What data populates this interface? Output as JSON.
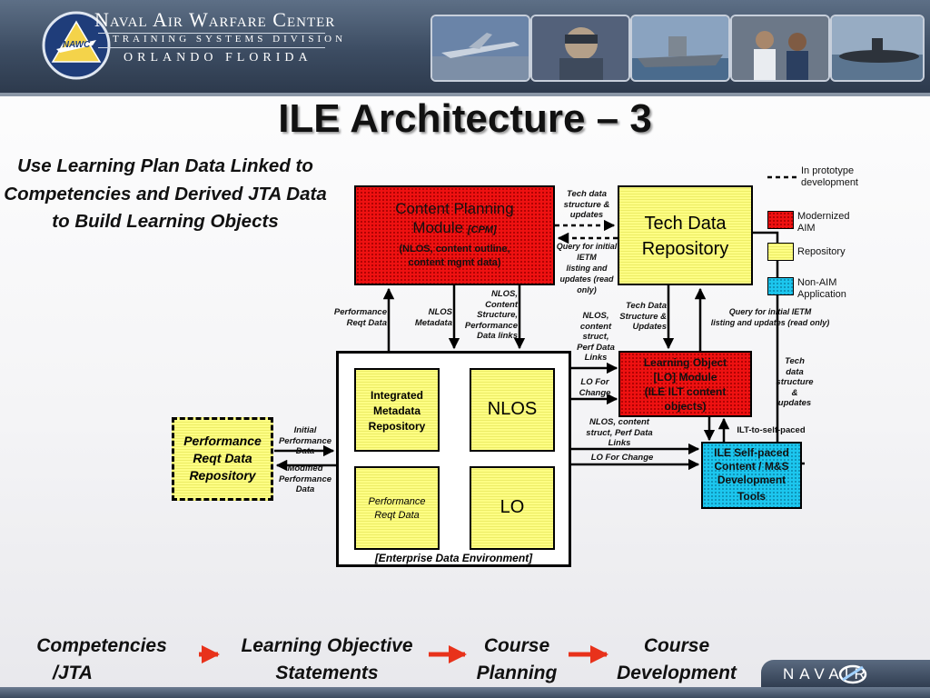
{
  "header": {
    "org_line1": "Naval Air Warfare Center",
    "org_line2": "Training Systems Division",
    "org_line3": "Orlando Florida",
    "logo_text": "NAWC"
  },
  "title": "ILE Architecture – 3",
  "subtitle": "Use Learning Plan Data Linked to Competencies and Derived JTA Data to Build Learning Objects",
  "boxes": {
    "cpm_line1": "Content Planning",
    "cpm_line2": "Module",
    "cpm_tag": "[CPM]",
    "cpm_line3": "(NLOS, content outline,",
    "cpm_line4": "content mgmt data)",
    "tdr_line1": "Tech Data",
    "tdr_line2": "Repository",
    "lo_module_line1": "Learning Object",
    "lo_module_line2": "[LO] Module",
    "lo_module_line3": "(ILE ILT content",
    "lo_module_line4": "objects)",
    "ile_line1": "ILE Self-paced",
    "ile_line2": "Content / M&S",
    "ile_line3": "Development",
    "ile_line4": "Tools",
    "prdr_line1": "Performance",
    "prdr_line2": "Reqt Data",
    "prdr_line3": "Repository",
    "imr_line1": "Integrated",
    "imr_line2": "Metadata",
    "imr_line3": "Repository",
    "nlos": "NLOS",
    "prd_line1": "Performance",
    "prd_line2": "Reqt Data",
    "lo": "LO",
    "ede": "[Enterprise Data Environment]"
  },
  "labels": {
    "tech_structure_updates": [
      "Tech data",
      "structure &",
      "updates"
    ],
    "query_ietm": [
      "Query for initial",
      "IETM",
      "listing and",
      "updates (read",
      "only)"
    ],
    "perf_reqt_data": [
      "Performance",
      "Reqt Data"
    ],
    "nlos_metadata": [
      "NLOS",
      "Metadata"
    ],
    "nlos_content_links": [
      "NLOS,",
      "Content",
      "Structure,",
      "Performance",
      "Data links"
    ],
    "nlos_struct_links": [
      "NLOS,",
      "content",
      "struct,",
      "Perf Data",
      "Links"
    ],
    "tech_data_updates": [
      "Tech Data",
      "Structure &",
      "Updates"
    ],
    "query_ietm_right": [
      "Query for initial IETM",
      "listing and updates (read only)"
    ],
    "lo_for_change": [
      "LO For",
      "Change"
    ],
    "tech_right": [
      "Tech",
      "data",
      "structure",
      "&",
      "updates"
    ],
    "ilt_self_paced": "ILT-to-self-paced",
    "nlos_content_perf": [
      "NLOS, content",
      "struct, Perf Data",
      "Links"
    ],
    "lo_for_change_2": "LO For Change",
    "initial_perf": [
      "Initial",
      "Performance",
      "Data"
    ],
    "modified_perf": [
      "Modified",
      "Performance",
      "Data"
    ]
  },
  "legend": {
    "prototype": [
      "In prototype",
      "development"
    ],
    "modernized": [
      "Modernized",
      "AIM"
    ],
    "repository": "Repository",
    "non_aim": [
      "Non-AIM",
      "Application"
    ]
  },
  "flow": [
    [
      "Competencies",
      "/JTA"
    ],
    [
      "Learning Objective",
      "Statements"
    ],
    [
      "Course",
      "Planning"
    ],
    [
      "Course",
      "Development"
    ]
  ],
  "footer_logo": "NAVAIR",
  "colors": {
    "modernized": "#ee1111",
    "repository": "#fdfd84",
    "non_aim": "#1cc6ee",
    "flow_arrow": "#ff2a00"
  }
}
